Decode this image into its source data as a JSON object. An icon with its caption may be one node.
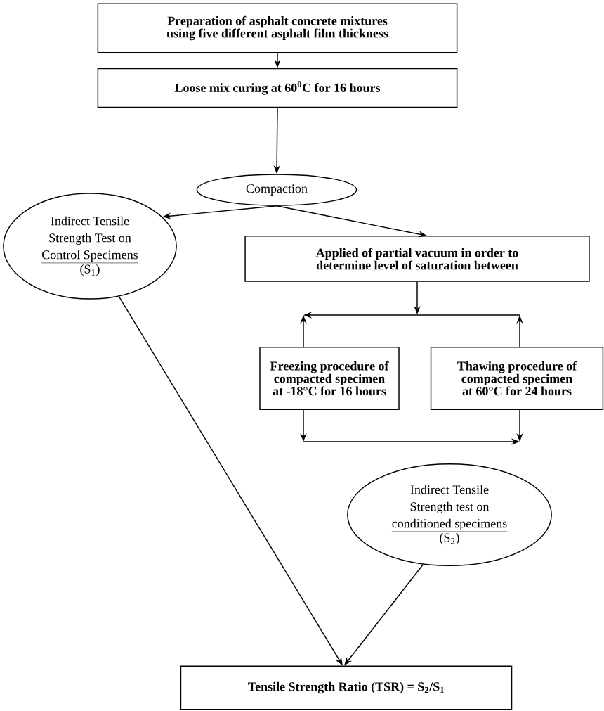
{
  "diagram": {
    "nodes": [
      {
        "text": [
          "Preparation of asphalt concrete mixtures using five different asphalt film thickness"
        ]
      },
      {
        "text": [
          "Loose mix curing at 60$^{0}$C for 16 hours"
        ]
      },
      {
        "text": [
          "Compaction"
        ]
      },
      {
        "text": [
          "Indirect Tensile Strength Test on",
          "Control Specimens",
          "(S$_{1}$)"
        ]
      },
      {
        "text": [
          "Applied of partial vacuum in order to determine level of saturation between"
        ]
      },
      {
        "text": [
          "Freezing procedure of compacted specimen at -18°C for 16 hours"
        ]
      },
      {
        "text": [
          "Thawing procedure of compacted specimen at 60°C for 24 hours"
        ]
      },
      {
        "text": [
          "Indirect Tensile Strength test on",
          "conditioned specimens",
          "(S$_{2}$)"
        ]
      },
      {
        "text": [
          "Tensile Strength Ratio (TSR) = S$_{2}$/S$_{1}$"
        ]
      }
    ],
    "edges": [
      {
        "from": 0,
        "to": 1,
        "arrow": "to"
      },
      {
        "from": 1,
        "to": 2,
        "arrow": "to"
      },
      {
        "from": 2,
        "to": 3,
        "arrow": "to"
      },
      {
        "from": 2,
        "to": 4,
        "arrow": "to"
      },
      {
        "from": 4,
        "to": null,
        "arrow": "to"
      },
      {
        "from": 5,
        "to": null,
        "arrow": "to"
      },
      {
        "from": 6,
        "to": null,
        "arrow": "to"
      },
      {
        "from": 5,
        "to": null,
        "arrow": "to"
      },
      {
        "from": 6,
        "to": null,
        "arrow": "to"
      },
      {
        "from": 3,
        "to": 8,
        "arrow": "to"
      },
      {
        "from": 7,
        "to": 8,
        "arrow": "to"
      }
    ]
  }
}
